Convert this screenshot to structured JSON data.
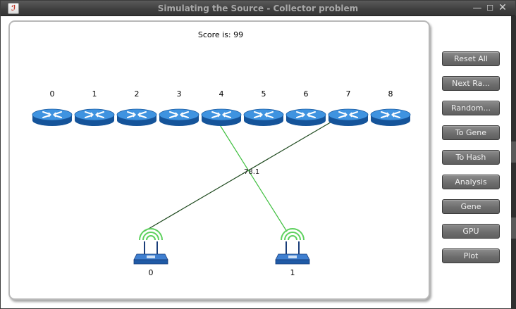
{
  "window": {
    "title": "Simulating the Source - Collector problem",
    "app_icon": "java-app-icon",
    "controls": {
      "minimize": "—",
      "maximize": "☐",
      "close": "✕"
    }
  },
  "canvas": {
    "score_text": "Score is: 99",
    "routers": [
      {
        "label": "0",
        "icon": "router-icon"
      },
      {
        "label": "1",
        "icon": "router-icon"
      },
      {
        "label": "2",
        "icon": "router-icon"
      },
      {
        "label": "3",
        "icon": "router-icon"
      },
      {
        "label": "4",
        "icon": "router-icon"
      },
      {
        "label": "5",
        "icon": "router-icon"
      },
      {
        "label": "6",
        "icon": "router-icon"
      },
      {
        "label": "7",
        "icon": "router-icon"
      },
      {
        "label": "8",
        "icon": "router-icon"
      }
    ],
    "sources": [
      {
        "label": "0",
        "icon": "wireless-router-icon"
      },
      {
        "label": "1",
        "icon": "wireless-router-icon"
      }
    ],
    "links": [
      {
        "from_source": "0",
        "to_router": "7",
        "color": "#1f4a1f"
      },
      {
        "from_source": "1",
        "to_router": "4",
        "color": "#3fbf3f"
      }
    ],
    "edge_label": "78.1"
  },
  "sidebar": {
    "buttons": [
      {
        "label": "Reset All"
      },
      {
        "label": "Next Ra..."
      },
      {
        "label": "Random..."
      },
      {
        "label": "To Gene"
      },
      {
        "label": "To Hash"
      },
      {
        "label": "Analysis"
      },
      {
        "label": "Gene"
      },
      {
        "label": "GPU"
      },
      {
        "label": "Plot"
      }
    ]
  },
  "colors": {
    "router_blue": "#1f6fc4",
    "router_top": "#3f93e0",
    "wifi_wave": "#5ed15e",
    "button_bg": "#7a7a7a"
  }
}
